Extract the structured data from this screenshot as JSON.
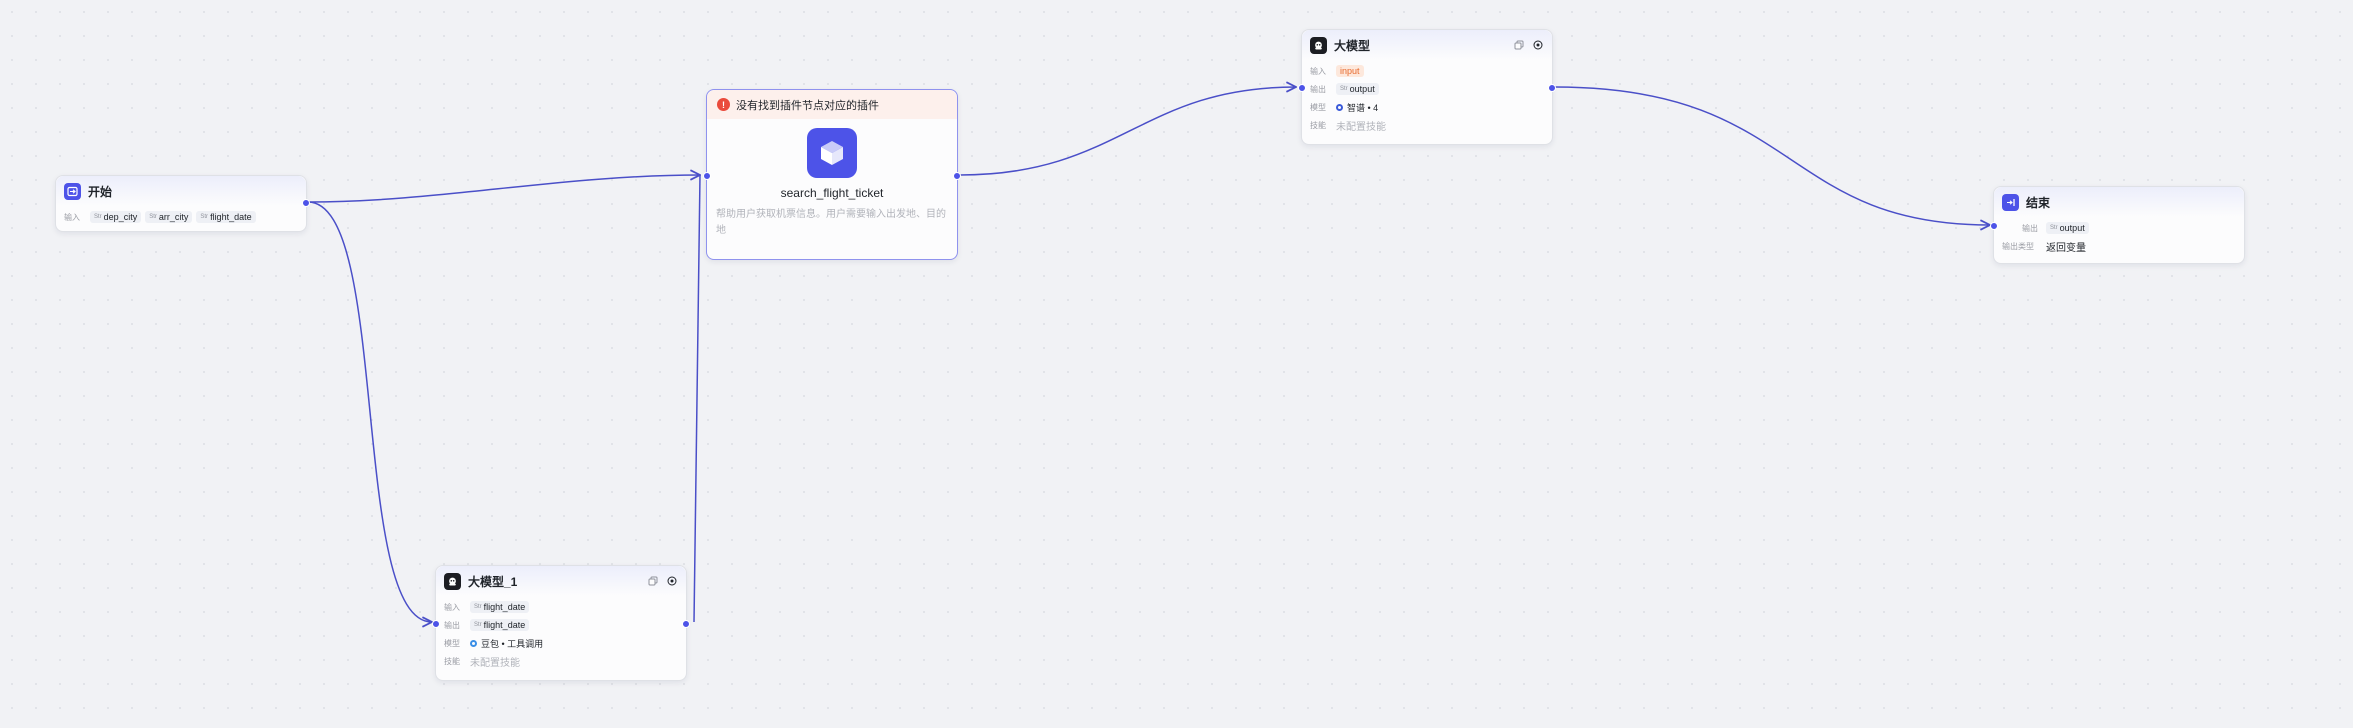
{
  "colors": {
    "accent": "#4d53e8",
    "edge": "#4a4fc8",
    "warning": "#ea4b3c",
    "canvas": "#f1f2f5"
  },
  "start_node": {
    "title": "开始",
    "icon": "start-icon",
    "input_label": "输入",
    "inputs": [
      {
        "type": "Str",
        "name": "dep_city"
      },
      {
        "type": "Str",
        "name": "arr_city"
      },
      {
        "type": "Str",
        "name": "flight_date"
      }
    ]
  },
  "plugin_node": {
    "warning": "没有找到插件节点对应的插件",
    "warning_icon": "!",
    "name": "search_flight_ticket",
    "description": "帮助用户获取机票信息。用户需要输入出发地、目的地",
    "icon": "cube-icon"
  },
  "llm_node": {
    "title": "大模型",
    "input_label": "输入",
    "input_tag": "input",
    "output_label": "输出",
    "output_type": "Str",
    "output_tag": "output",
    "model_label": "模型",
    "model_value": "智谱 • 4",
    "skill_label": "技能",
    "skill_value": "未配置技能"
  },
  "llm_node_1": {
    "title": "大模型_1",
    "input_label": "输入",
    "input_type": "Str",
    "input_tag": "flight_date",
    "output_label": "输出",
    "output_type": "Str",
    "output_tag": "flight_date",
    "model_label": "模型",
    "model_value": "豆包 • 工具调用",
    "skill_label": "技能",
    "skill_value": "未配置技能"
  },
  "end_node": {
    "title": "结束",
    "icon": "end-icon",
    "output_label": "输出",
    "output_type": "Str",
    "output_tag": "output",
    "output_type_label": "输出类型",
    "output_type_value": "返回变量"
  }
}
